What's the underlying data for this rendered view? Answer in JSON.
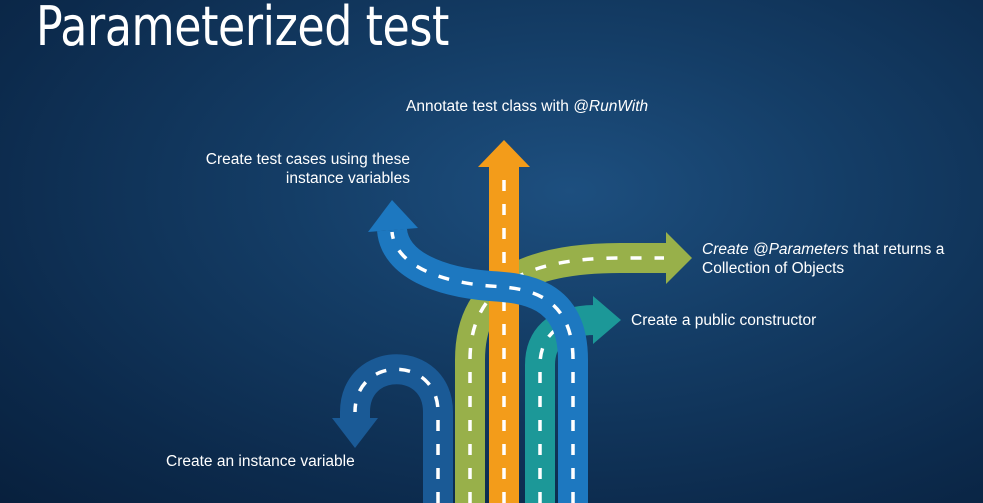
{
  "title": "Parameterized test",
  "labels": {
    "annotate": {
      "prefix": "Annotate test class with ",
      "italic": "@RunWith"
    },
    "test_cases": {
      "line1": "Create test cases using these",
      "line2": "instance variables"
    },
    "parameters": {
      "italic": "Create @Parameters",
      "line1_rest": " that returns a",
      "line2": "Collection of Objects"
    },
    "constructor": "Create a public constructor",
    "instance_variable": "Create an instance variable"
  },
  "colors": {
    "background": "#0c2a4c",
    "orange": "#f39c1a",
    "green": "#98b04a",
    "teal": "#1c9898",
    "blue": "#1d78c0",
    "dark_blue": "#1a5a96"
  }
}
